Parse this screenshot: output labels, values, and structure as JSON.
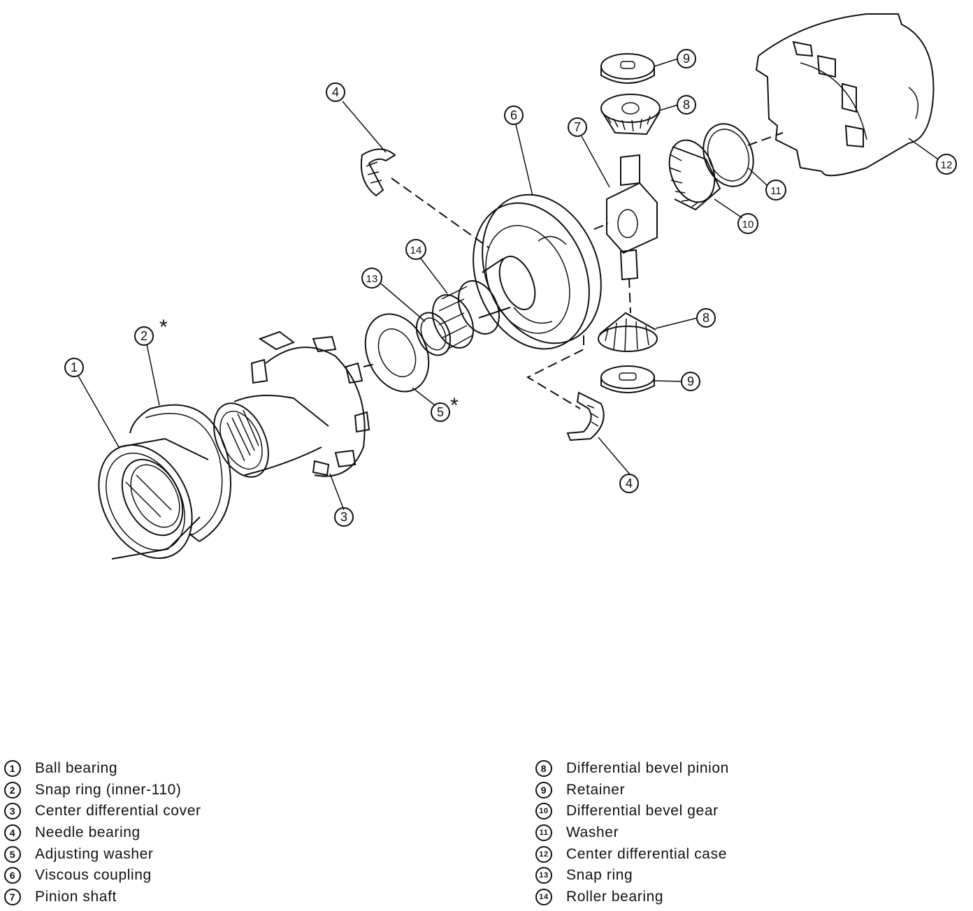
{
  "callouts": {
    "c1": "1",
    "c2": "2",
    "c3": "3",
    "c4a": "4",
    "c4b": "4",
    "c5": "5",
    "c6": "6",
    "c7": "7",
    "c8a": "8",
    "c8b": "8",
    "c9a": "9",
    "c9b": "9",
    "c10": "10",
    "c11": "11",
    "c12": "12",
    "c13": "13",
    "c14": "14",
    "star_snap_ring": "*",
    "star_washer": "*"
  },
  "legend": {
    "left": [
      {
        "num": "1",
        "label": "Ball bearing"
      },
      {
        "num": "2",
        "label": "Snap ring (inner-110)"
      },
      {
        "num": "3",
        "label": "Center differential cover"
      },
      {
        "num": "4",
        "label": "Needle bearing"
      },
      {
        "num": "5",
        "label": "Adjusting washer"
      },
      {
        "num": "6",
        "label": "Viscous coupling"
      },
      {
        "num": "7",
        "label": "Pinion shaft"
      }
    ],
    "right": [
      {
        "num": "8",
        "label": "Differential bevel pinion"
      },
      {
        "num": "9",
        "label": "Retainer"
      },
      {
        "num": "10",
        "label": "Differential bevel gear"
      },
      {
        "num": "11",
        "label": "Washer"
      },
      {
        "num": "12",
        "label": "Center differential case"
      },
      {
        "num": "13",
        "label": "Snap ring"
      },
      {
        "num": "14",
        "label": "Roller bearing"
      }
    ]
  }
}
